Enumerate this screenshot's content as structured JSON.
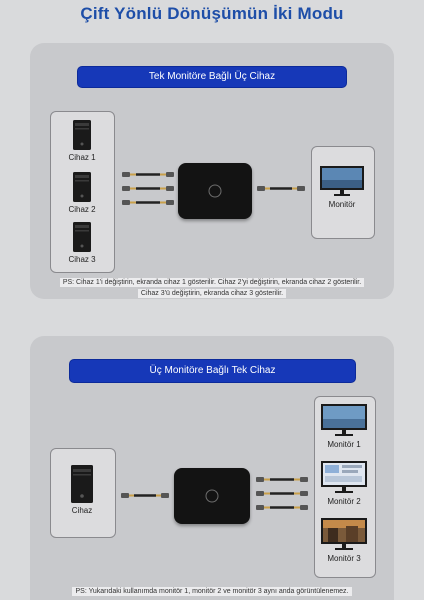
{
  "title": "Çift Yönlü Dönüşümün İki Modu",
  "mode1": {
    "banner": "Tek Monitöre Bağlı Üç Cihaz",
    "devices": [
      "Cihaz 1",
      "Cihaz 2",
      "Cihaz 3"
    ],
    "monitor": "Monitör",
    "note_line1": "PS: Cihaz 1'i değiştirin, ekranda cihaz 1 gösterilir. Cihaz 2'yi değiştirin, ekranda cihaz 2 gösterilir.",
    "note_line2": "Cihaz 3'ü değiştirin, ekranda cihaz 3 gösterilir."
  },
  "mode2": {
    "banner": "Üç Monitöre Bağlı Tek Cihaz",
    "device": "Cihaz",
    "monitors": [
      "Monitör 1",
      "Monitör 2",
      "Monitör 3"
    ],
    "note": "PS: Yukarıdaki kullanımda monitör 1, monitör 2 ve monitör 3 aynı anda görüntülenemez."
  },
  "colors": {
    "title": "#1e4ea8",
    "banner": "#1638b8",
    "panel": "#c8c9cc",
    "switch": "#131313"
  },
  "icons": [
    "pc-tower-icon",
    "monitor-icon",
    "hdmi-cable-icon",
    "switch-button-icon"
  ]
}
